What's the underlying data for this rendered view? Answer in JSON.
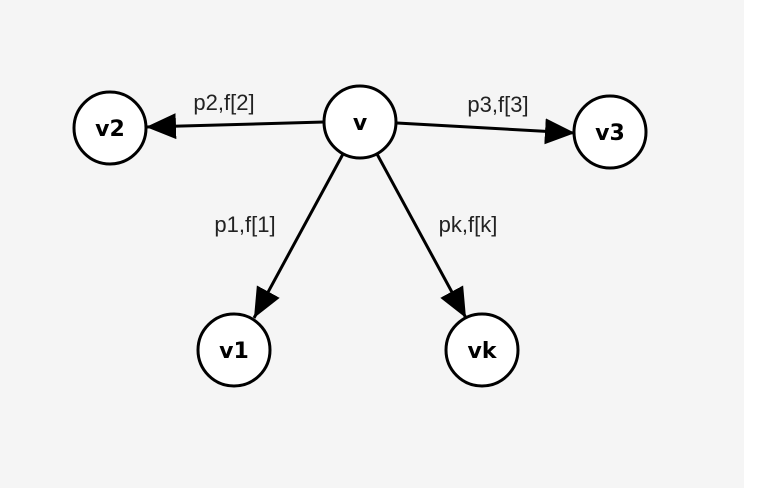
{
  "diagram": {
    "colors": {
      "background": "#f5f5f5",
      "stroke": "#000000",
      "node_fill": "#ffffff",
      "text": "#000000"
    },
    "nodes": {
      "v": "v",
      "v1": "v1",
      "v2": "v2",
      "v3": "v3",
      "vk": "vk"
    },
    "edges": {
      "v_v2": "p2,f[2]",
      "v_v3": "p3,f[3]",
      "v_v1": "p1,f[1]",
      "v_vk": "pk,f[k]"
    }
  }
}
